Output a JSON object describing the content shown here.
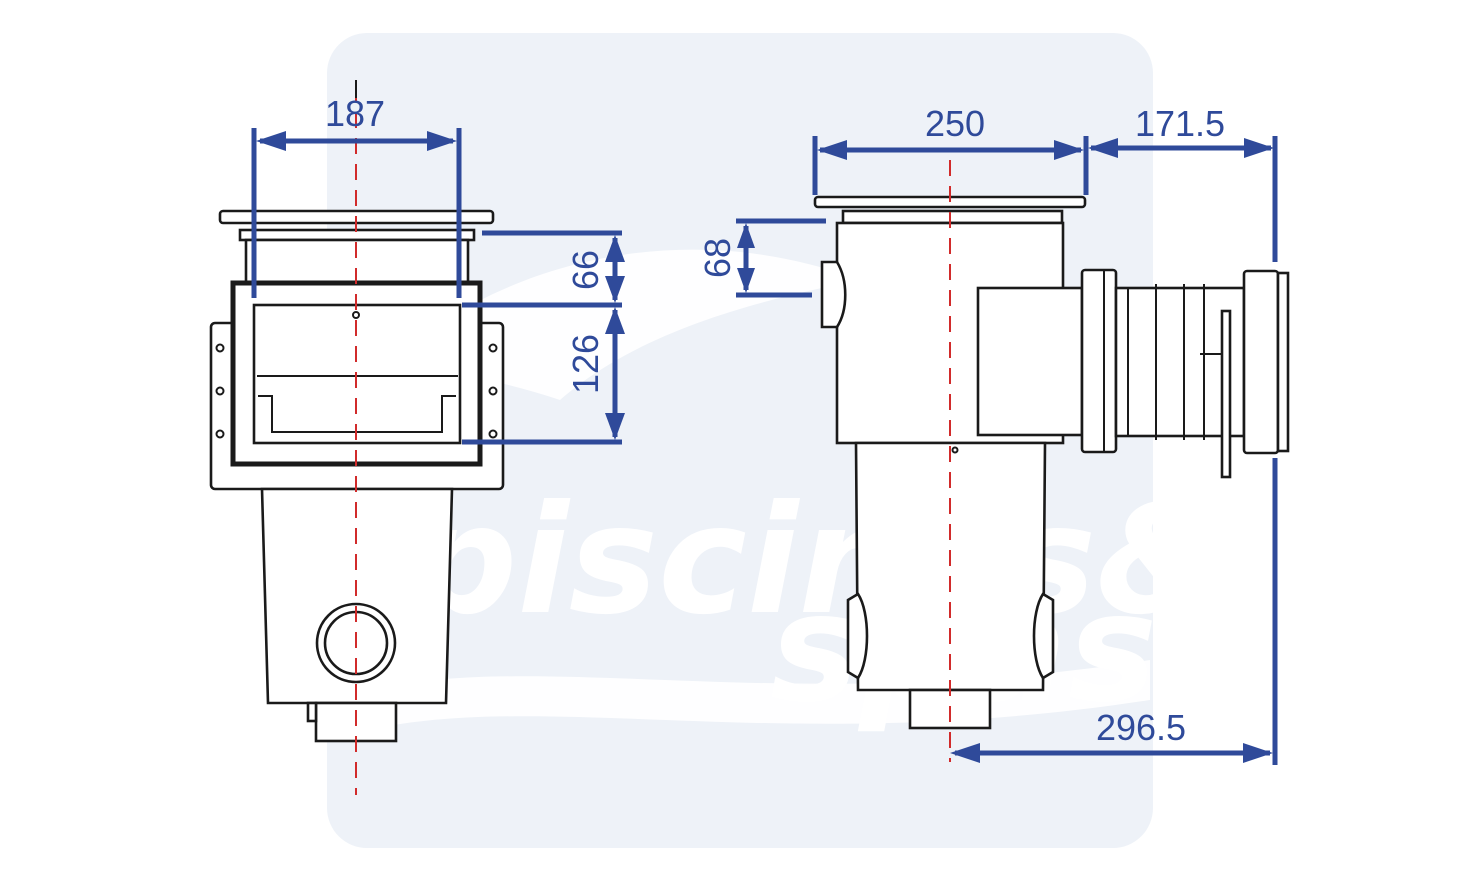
{
  "watermark": {
    "line1": "piscines&",
    "line2": "spas"
  },
  "dimensions": {
    "front_width": "187",
    "front_upper_height": "66",
    "front_lower_height": "126",
    "side_flange_width": "250",
    "side_pipe_length": "171.5",
    "side_inlet_height": "68",
    "side_axis_to_pipe_end": "296.5"
  },
  "colors": {
    "dimension": "#2f4a9a",
    "center_axis": "#d12b2b",
    "outline": "#1a1a1a",
    "watermark_panel": "#eef2f8"
  }
}
